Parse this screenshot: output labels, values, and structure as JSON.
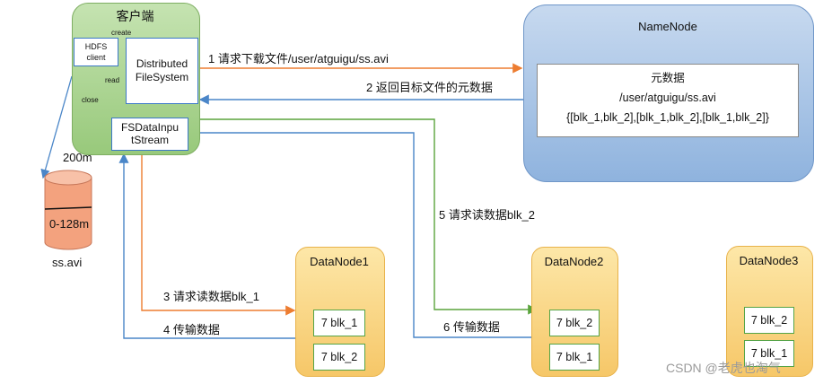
{
  "client": {
    "title": "客户端",
    "hdfs_client": "HDFS client",
    "hdfs_client_line1": "HDFS",
    "hdfs_client_line2": "client",
    "distributed_fs": "Distributed FileSystem",
    "distributed_fs_line1": "Distributed",
    "distributed_fs_line2": "FileSystem",
    "fs_input": "FSDataInputStream",
    "fs_input_line1": "FSDataInpu",
    "fs_input_line2": "tStream",
    "create_label": "create",
    "read_label": "read",
    "close_label": "close"
  },
  "local_file": {
    "size_label": "200m",
    "range_label": "0-128m",
    "filename": "ss.avi"
  },
  "namenode": {
    "title": "NameNode",
    "meta_title": "元数据",
    "meta_path": "/user/atguigu/ss.avi",
    "meta_blocks": "{[blk_1,blk_2],[blk_1,blk_2],[blk_1,blk_2]}"
  },
  "steps": {
    "s1": "1 请求下载文件/user/atguigu/ss.avi",
    "s2": "2 返回目标文件的元数据",
    "s3": "3 请求读数据blk_1",
    "s4": "4 传输数据",
    "s5": "5 请求读数据blk_2",
    "s6": "6 传输数据"
  },
  "datanodes": [
    {
      "title": "DataNode1",
      "blocks": [
        "7 blk_1",
        "7 blk_2"
      ]
    },
    {
      "title": "DataNode2",
      "blocks": [
        "7 blk_2",
        "7 blk_1"
      ]
    },
    {
      "title": "DataNode3",
      "blocks": [
        "7 blk_2",
        "7 blk_1"
      ]
    }
  ],
  "watermark": "CSDN @老虎也淘气",
  "colors": {
    "blue_arrow": "#4a86c8",
    "orange_arrow": "#ed7d31",
    "green_arrow": "#5aa43c",
    "client_fill": "#a9d18e",
    "namenode_fill": "#9dc3e6",
    "datanode_fill": "#ffd966"
  }
}
